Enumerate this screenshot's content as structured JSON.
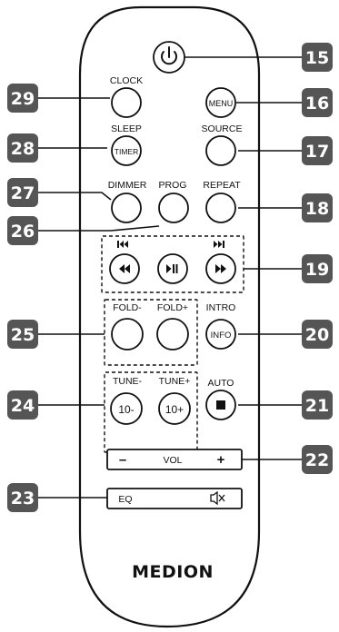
{
  "labels": {
    "clock": "CLOCK",
    "sleep": "SLEEP",
    "source": "SOURCE",
    "dimmer": "DIMMER",
    "prog": "PROG",
    "repeat": "REPEAT",
    "fold_minus": "FOLD-",
    "fold_plus": "FOLD+",
    "intro": "INTRO",
    "tune_minus": "TUNE-",
    "tune_plus": "TUNE+",
    "auto": "AUTO"
  },
  "buttons": {
    "menu": "MENU",
    "timer": "TIMER",
    "info": "INFO",
    "ten_minus": "10-",
    "ten_plus": "10+",
    "vol": "VOL",
    "vol_minus": "–",
    "vol_plus": "+",
    "eq": "EQ"
  },
  "brand": "MEDION",
  "callouts": {
    "n15": "15",
    "n16": "16",
    "n17": "17",
    "n18": "18",
    "n19": "19",
    "n20": "20",
    "n21": "21",
    "n22": "22",
    "n23": "23",
    "n24": "24",
    "n25": "25",
    "n26": "26",
    "n27": "27",
    "n28": "28",
    "n29": "29"
  },
  "icons": {
    "power": "power-icon",
    "skip_back": "skip-back-icon",
    "skip_forward": "skip-forward-icon",
    "rewind": "rewind-icon",
    "play_pause": "play-pause-icon",
    "fast_forward": "fast-forward-icon",
    "stop": "stop-icon",
    "mute": "mute-icon"
  },
  "colors": {
    "callout_fill": "#555555",
    "outline": "#111111",
    "background": "#ffffff"
  }
}
